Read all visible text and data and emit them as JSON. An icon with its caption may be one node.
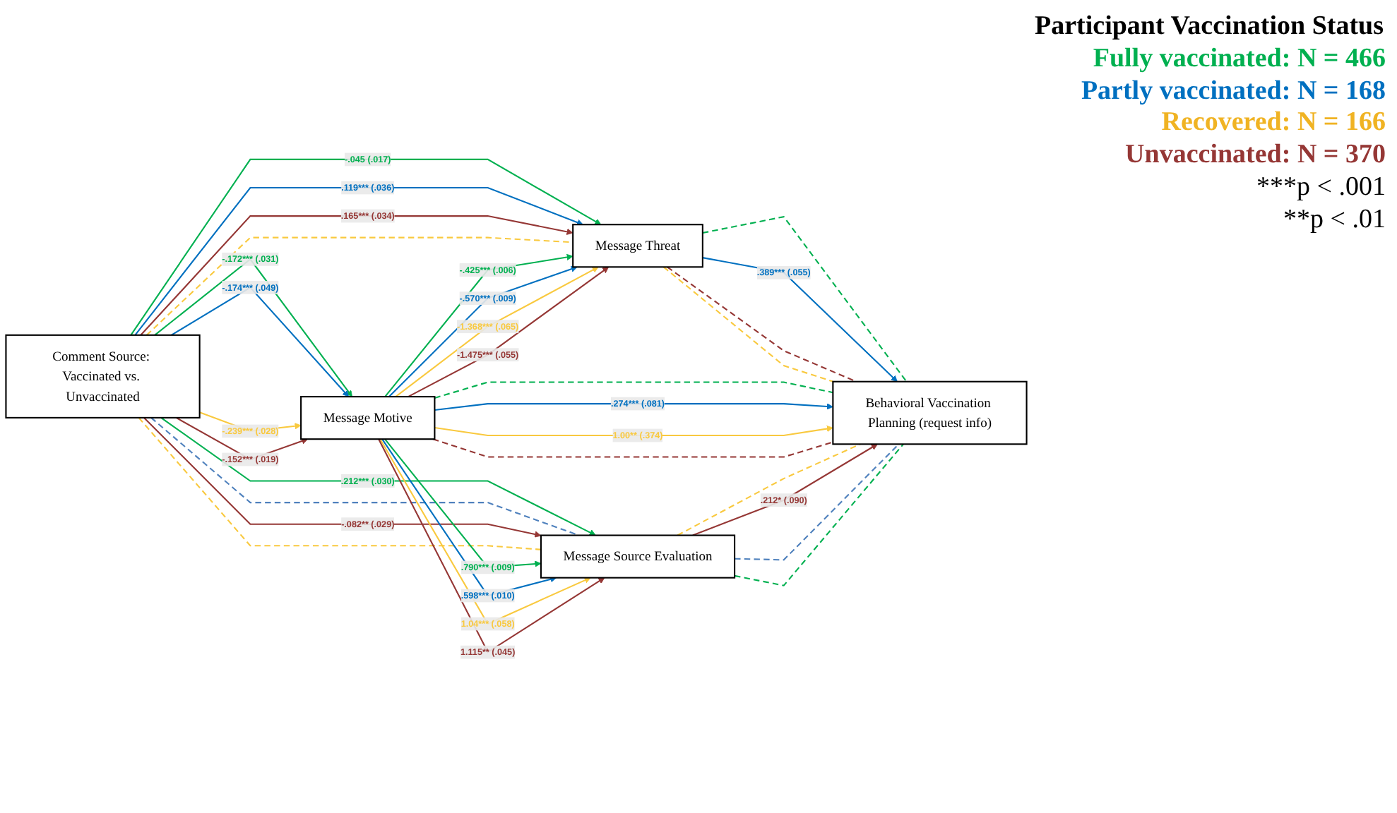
{
  "diagram": {
    "nodes": [
      {
        "text": [
          "Comment Source: Vaccinated vs. Unvaccinated"
        ]
      },
      {
        "text": [
          "Message Threat"
        ]
      },
      {
        "text": [
          "Message Motive"
        ]
      },
      {
        "text": [
          "Message Source Evaluation"
        ]
      },
      {
        "text": [
          "Behavioral Vaccination Planning (request info)"
        ]
      }
    ],
    "edges": [
      {
        "from": 0,
        "to": 1,
        "arrow": "to",
        "label": "-.045 (.017)",
        "color": "#00b050"
      },
      {
        "from": 0,
        "to": 1,
        "arrow": "to",
        "label": ".119*** (.036)",
        "color": "#0070c0"
      },
      {
        "from": 0,
        "to": 1,
        "arrow": "to",
        "label": ".165*** (.034)",
        "color": "#953735"
      },
      {
        "from": 0,
        "to": 1,
        "arrow": "none",
        "style": "dashed",
        "color": "#f9c93f"
      },
      {
        "from": 0,
        "to": 2,
        "arrow": "to",
        "label": "-.172*** (.031)",
        "color": "#00b050"
      },
      {
        "from": 0,
        "to": 2,
        "arrow": "to",
        "label": "-.174*** (.049)",
        "color": "#0070c0"
      },
      {
        "from": 0,
        "to": 2,
        "arrow": "to",
        "label": "-.239*** (.028)",
        "color": "#f9c93f"
      },
      {
        "from": 0,
        "to": 2,
        "arrow": "to",
        "label": "-.152*** (.019)",
        "color": "#953735"
      },
      {
        "from": 0,
        "to": 3,
        "arrow": "to",
        "label": ".212*** (.030)",
        "color": "#00b050"
      },
      {
        "from": 0,
        "to": 3,
        "arrow": "none",
        "style": "dashed",
        "color": "#4f81bd"
      },
      {
        "from": 0,
        "to": 3,
        "arrow": "to",
        "label": "-.082** (.029)",
        "color": "#953735"
      },
      {
        "from": 0,
        "to": 3,
        "arrow": "none",
        "style": "dashed",
        "color": "#f9c93f"
      },
      {
        "from": 2,
        "to": 1,
        "arrow": "to",
        "label": "-.425*** (.006)",
        "color": "#00b050"
      },
      {
        "from": 2,
        "to": 1,
        "arrow": "to",
        "label": "-.570*** (.009)",
        "color": "#0070c0"
      },
      {
        "from": 2,
        "to": 1,
        "arrow": "to",
        "label": "-1.368*** (.065)",
        "color": "#f9c93f"
      },
      {
        "from": 2,
        "to": 1,
        "arrow": "to",
        "label": "-1.475*** (.055)",
        "color": "#953735"
      },
      {
        "from": 2,
        "to": 3,
        "arrow": "to",
        "label": ".790*** (.009)",
        "color": "#00b050"
      },
      {
        "from": 2,
        "to": 3,
        "arrow": "to",
        "label": ".598*** (.010)",
        "color": "#0070c0"
      },
      {
        "from": 2,
        "to": 3,
        "arrow": "to",
        "label": "1.04*** (.058)",
        "color": "#f9c93f"
      },
      {
        "from": 2,
        "to": 3,
        "arrow": "to",
        "label": "1.115** (.045)",
        "color": "#953735"
      },
      {
        "from": 1,
        "to": 4,
        "arrow": "none",
        "style": "dashed",
        "color": "#00b050"
      },
      {
        "from": 1,
        "to": 4,
        "arrow": "to",
        "label": ".389*** (.055)",
        "color": "#0070c0"
      },
      {
        "from": 1,
        "to": 4,
        "arrow": "none",
        "style": "dashed",
        "color": "#953735"
      },
      {
        "from": 1,
        "to": 4,
        "arrow": "none",
        "style": "dashed",
        "color": "#f9c93f"
      },
      {
        "from": 2,
        "to": 4,
        "arrow": "none",
        "style": "dashed",
        "color": "#00b050"
      },
      {
        "from": 2,
        "to": 4,
        "arrow": "to",
        "label": ".274*** (.081)",
        "color": "#0070c0"
      },
      {
        "from": 2,
        "to": 4,
        "arrow": "to",
        "label": "1.00** (.374)",
        "color": "#f9c93f"
      },
      {
        "from": 2,
        "to": 4,
        "arrow": "none",
        "style": "dashed",
        "color": "#953735"
      },
      {
        "from": 3,
        "to": 4,
        "arrow": "none",
        "style": "dashed",
        "color": "#f9c93f"
      },
      {
        "from": 3,
        "to": 4,
        "arrow": "to",
        "label": ".212* (.090)",
        "color": "#953735"
      },
      {
        "from": 3,
        "to": 4,
        "arrow": "none",
        "style": "dashed",
        "color": "#4f81bd"
      },
      {
        "from": 3,
        "to": 4,
        "arrow": "none",
        "style": "dashed",
        "color": "#00b050"
      }
    ],
    "labels": [
      "Participant Vaccination Status",
      "***p < .001",
      "**p < .01"
    ],
    "legend": [
      {
        "text": "Fully vaccinated: N = 466",
        "color": "#00b050"
      },
      {
        "text": "Partly vaccinated: N = 168",
        "color": "#0070c0"
      },
      {
        "text": "Recovered: N = 166",
        "color": "#f0b323"
      },
      {
        "text": "Unvaccinated: N = 370",
        "color": "#953735"
      }
    ]
  }
}
